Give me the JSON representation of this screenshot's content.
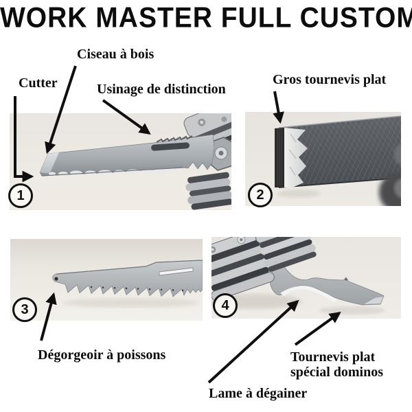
{
  "title": "WORK MASTER FULL CUSTOM",
  "annotations": {
    "ciseau_a_bois": "Ciseau à bois",
    "cutter": "Cutter",
    "usinage_de_distinction": "Usinage de distinction",
    "gros_tournevis_plat": "Gros tournevis plat",
    "degorgeoir_a_poissons": "Dégorgeoir à poissons",
    "tournevis_dominos_line1": "Tournevis plat",
    "tournevis_dominos_line2": "spécial dominos",
    "lame_a_degainer": "Lame à dégainer"
  },
  "panels": [
    {
      "number": "1",
      "photo": "serrated-cutter-blade-photo"
    },
    {
      "number": "2",
      "photo": "flat-screwdriver-file-texture-photo"
    },
    {
      "number": "3",
      "photo": "saw-blade-fish-degorger-photo"
    },
    {
      "number": "4",
      "photo": "folded-multitool-domino-screwdriver-photo"
    }
  ],
  "colors": {
    "text": "#0d0d0d",
    "arrow": "#0f0f0f",
    "photo_background": "#e9e6e1",
    "steel": "#a8adb1",
    "dark_steel": "#4b4f54"
  }
}
